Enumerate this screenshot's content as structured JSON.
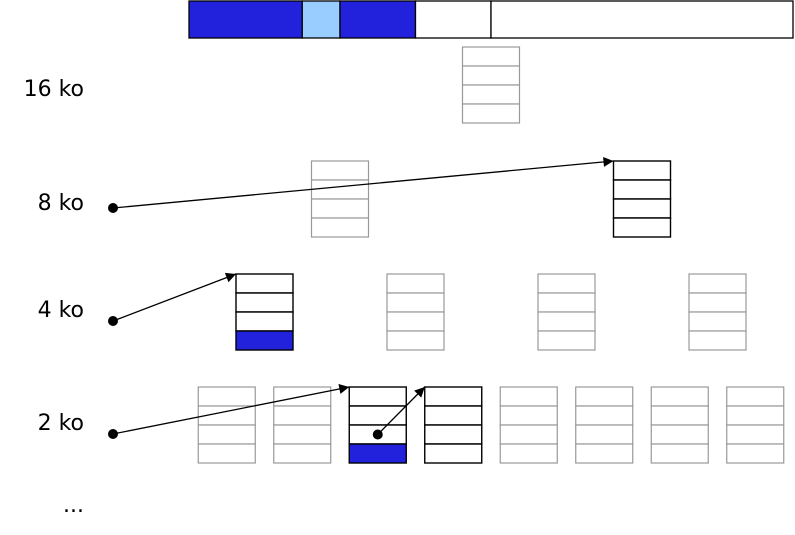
{
  "size_labels": [
    "16 ko",
    "8 ko",
    "4 ko",
    "2 ko"
  ],
  "ellipsis": "...",
  "colors": {
    "allocated": "#2222dd",
    "highlight": "#99ccff",
    "active_stroke": "#000000",
    "inactive_stroke": "#999999",
    "background": "#ffffff"
  },
  "memory_bar": {
    "segments": [
      {
        "units": 3,
        "state": "allocated"
      },
      {
        "units": 1,
        "state": "highlight"
      },
      {
        "units": 2,
        "state": "allocated"
      },
      {
        "units": 2,
        "state": "free"
      },
      {
        "units": 8,
        "state": "free"
      }
    ]
  },
  "levels": [
    {
      "label_index": 0,
      "blocks": [
        {
          "active": false,
          "filled": []
        }
      ]
    },
    {
      "label_index": 1,
      "blocks": [
        {
          "active": false,
          "filled": []
        },
        {
          "active": true,
          "filled": []
        }
      ]
    },
    {
      "label_index": 2,
      "blocks": [
        {
          "active": true,
          "filled": [
            3
          ]
        },
        {
          "active": false,
          "filled": []
        },
        {
          "active": false,
          "filled": []
        },
        {
          "active": false,
          "filled": []
        }
      ]
    },
    {
      "label_index": 3,
      "blocks": [
        {
          "active": false,
          "filled": []
        },
        {
          "active": false,
          "filled": []
        },
        {
          "active": true,
          "filled": [
            3
          ]
        },
        {
          "active": true,
          "filled": []
        },
        {
          "active": false,
          "filled": []
        },
        {
          "active": false,
          "filled": []
        },
        {
          "active": false,
          "filled": []
        },
        {
          "active": false,
          "filled": []
        }
      ]
    }
  ],
  "pointers": [
    {
      "from": "head",
      "level": 1,
      "to_block": 1
    },
    {
      "from": "head",
      "level": 2,
      "to_block": 0
    },
    {
      "from": "head",
      "level": 3,
      "to_block": 2
    },
    {
      "from_block": {
        "level": 3,
        "block": 2,
        "slot": 2
      },
      "to_block": {
        "level": 3,
        "block": 3
      }
    }
  ]
}
